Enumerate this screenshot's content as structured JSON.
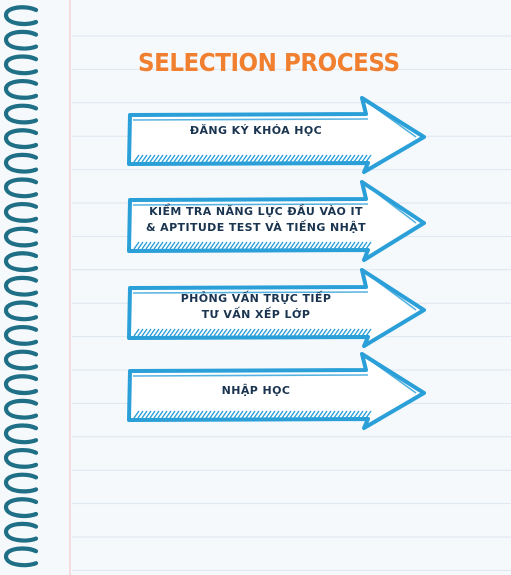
{
  "title": "SELECTION PROCESS",
  "steps": [
    {
      "lines": [
        "ĐĂNG KÝ KHÓA HỌC"
      ]
    },
    {
      "lines": [
        "KIỂM TRA NĂNG LỰC ĐẦU VÀO IT",
        "& APTITUDE TEST VÀ TIẾNG NHẬT"
      ]
    },
    {
      "lines": [
        "PHỎNG VẤN TRỰC TIẾP",
        "TƯ VẤN XẾP LỚP"
      ]
    },
    {
      "lines": [
        "NHẬP HỌC"
      ]
    }
  ],
  "colors": {
    "title": "#f07f2f",
    "arrow_stroke": "#2a9fd8",
    "arrow_fill": "#ffffff",
    "text": "#1b3550",
    "rule_line": "#dde5ee",
    "binding_ring": "#1f6f86",
    "margin_line": "#f2c9c9"
  },
  "icons": {
    "binding": "spiral-ring-icon",
    "step": "hand-drawn-arrow-icon"
  }
}
